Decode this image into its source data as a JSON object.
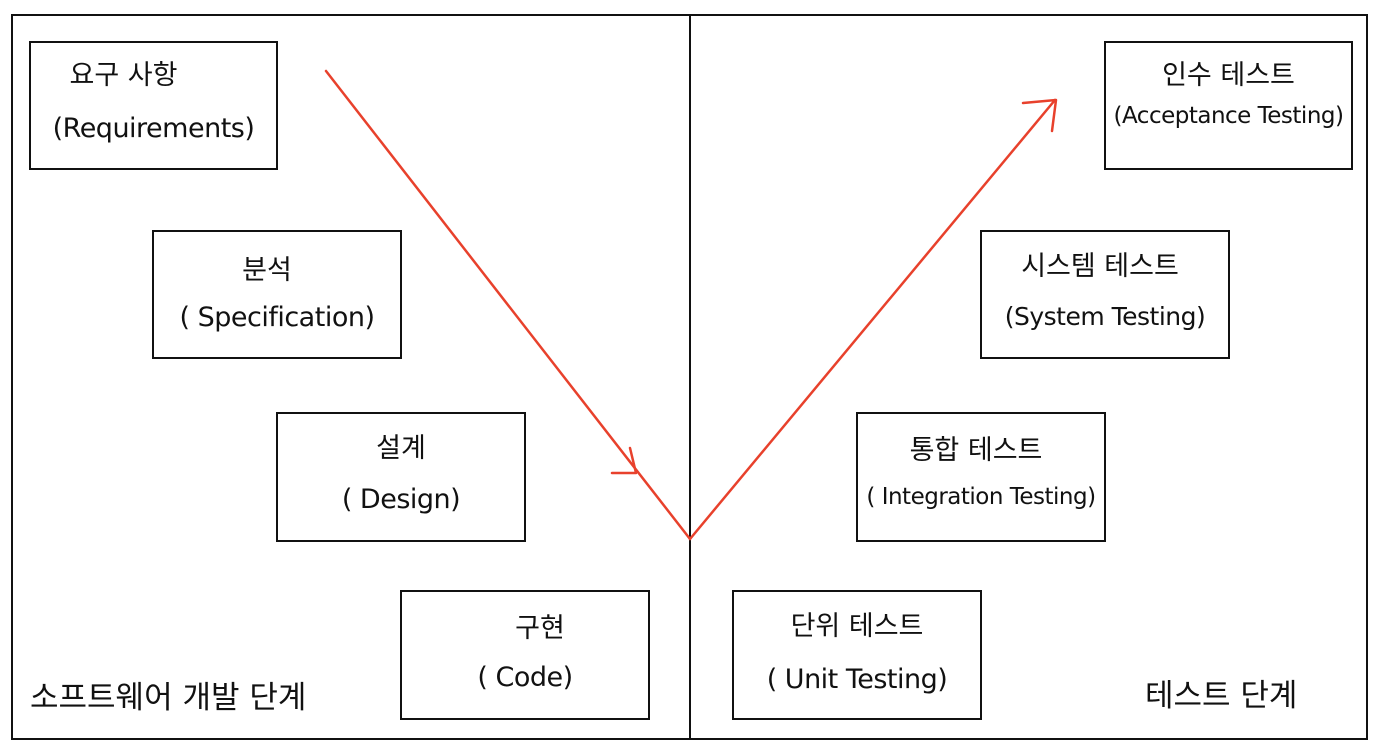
{
  "left_phase": {
    "label": "소프트웨어 개발 단계",
    "boxes": [
      {
        "ko": "요구 사항",
        "en": "(Requirements)"
      },
      {
        "ko": "분석",
        "en": "( Specification)"
      },
      {
        "ko": "설계",
        "en": "( Design)"
      },
      {
        "ko": "구현",
        "en": "( Code)"
      }
    ]
  },
  "right_phase": {
    "label": "테스트 단계",
    "boxes": [
      {
        "ko": "단위 테스트",
        "en": "( Unit Testing)"
      },
      {
        "ko": "통합 테스트",
        "en": "( Integration Testing)"
      },
      {
        "ko": "시스템 테스트",
        "en": "(System Testing)"
      },
      {
        "ko": "인수 테스트",
        "en": "(Acceptance Testing)"
      }
    ]
  },
  "colors": {
    "arrow": "#e8412c",
    "line": "#111111",
    "background": "#ffffff"
  }
}
